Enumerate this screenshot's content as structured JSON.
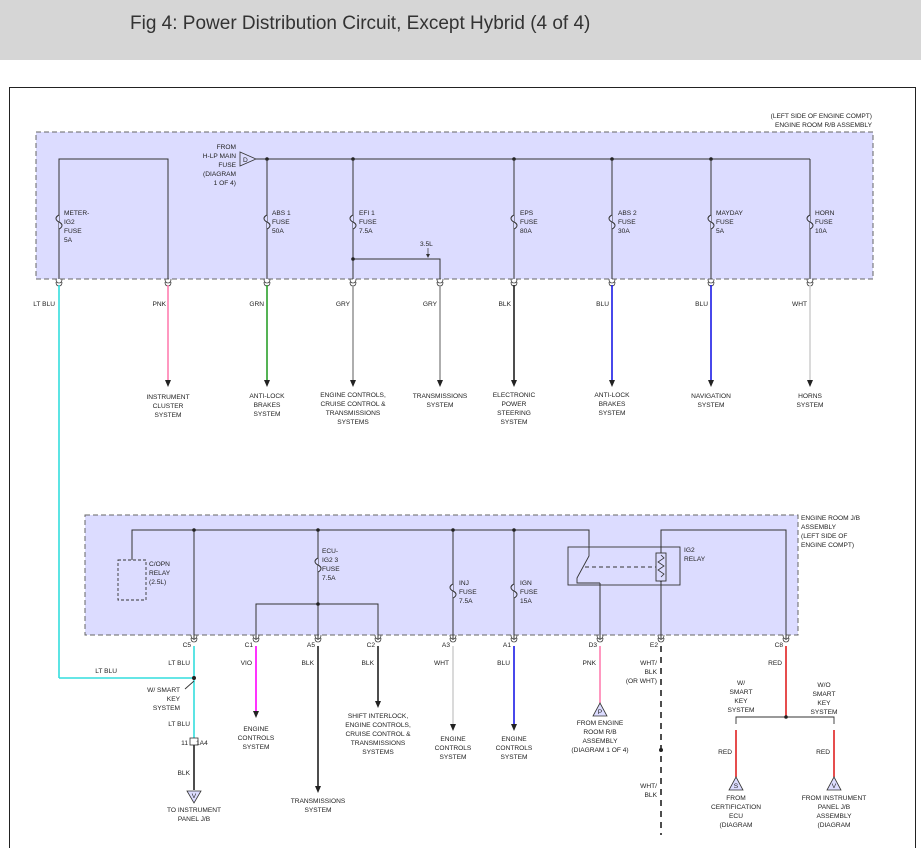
{
  "header": {
    "title": "Fig 4: Power Distribution Circuit, Except Hybrid (4 of 4)"
  },
  "diagram": {
    "top_box": {
      "title_lines": [
        "(LEFT SIDE OF ENGINE COMPT)",
        "ENGINE ROOM R/B ASSEMBLY"
      ]
    },
    "source": {
      "from_lines": [
        "FROM",
        "H-LP MAIN",
        "FUSE",
        "(DIAGRAM",
        "1 OF 4)"
      ],
      "connector": "D"
    },
    "top_fuses": [
      {
        "lines": [
          "METER-",
          "IG2",
          "FUSE",
          "5A"
        ]
      },
      {
        "lines": [
          "ABS 1",
          "FUSE",
          "50A"
        ]
      },
      {
        "lines": [
          "EFI 1",
          "FUSE",
          "7.5A"
        ]
      },
      {
        "lines": [
          "EPS",
          "FUSE",
          "80A"
        ]
      },
      {
        "lines": [
          "ABS 2",
          "FUSE",
          "30A"
        ]
      },
      {
        "lines": [
          "MAYDAY",
          "FUSE",
          "5A"
        ]
      },
      {
        "lines": [
          "HORN",
          "FUSE",
          "10A"
        ]
      }
    ],
    "engine_note": "3.5L",
    "top_wires": [
      {
        "color_label": "LT BLU",
        "color": "#33dddd"
      },
      {
        "color_label": "PNK",
        "color": "#ff7fb0"
      },
      {
        "color_label": "GRN",
        "color": "#2aa02a"
      },
      {
        "color_label": "GRY",
        "color": "#9a9a9a"
      },
      {
        "color_label": "GRY",
        "color": "#9a9a9a"
      },
      {
        "color_label": "BLK",
        "color": "#222222"
      },
      {
        "color_label": "BLU",
        "color": "#1a1ae6"
      },
      {
        "color_label": "BLU",
        "color": "#1a1ae6"
      },
      {
        "color_label": "WHT",
        "color": "#d0d0d0"
      }
    ],
    "top_destinations": [
      {
        "lines": [
          "INSTRUMENT",
          "CLUSTER",
          "SYSTEM"
        ]
      },
      {
        "lines": [
          "ANTI-LOCK",
          "BRAKES",
          "SYSTEM"
        ]
      },
      {
        "lines": [
          "ENGINE CONTROLS,",
          "CRUISE CONTROL &",
          "TRANSMISSIONS",
          "SYSTEMS"
        ]
      },
      {
        "lines": [
          "TRANSMISSIONS",
          "SYSTEM"
        ]
      },
      {
        "lines": [
          "ELECTRONIC",
          "POWER",
          "STEERING",
          "SYSTEM"
        ]
      },
      {
        "lines": [
          "ANTI-LOCK",
          "BRAKES",
          "SYSTEM"
        ]
      },
      {
        "lines": [
          "NAVIGATION",
          "SYSTEM"
        ]
      },
      {
        "lines": [
          "HORNS",
          "SYSTEM"
        ]
      }
    ],
    "bottom_box": {
      "title_lines": [
        "ENGINE ROOM J/B",
        "ASSEMBLY",
        "(LEFT SIDE OF",
        "ENGINE COMPT)"
      ]
    },
    "copn_relay": [
      "C/OPN",
      "RELAY",
      "(2.5L)"
    ],
    "ecu_fuse": [
      "ECU-",
      "IG2 3",
      "FUSE",
      "7.5A"
    ],
    "inj_fuse": [
      "INJ",
      "FUSE",
      "7.5A"
    ],
    "ign_fuse": [
      "IGN",
      "FUSE",
      "15A"
    ],
    "ig2_relay": [
      "IG2",
      "RELAY"
    ],
    "connectors": {
      "c5": "C5",
      "c1": "C1",
      "a5": "A5",
      "c2": "C2",
      "a3": "A3",
      "a1": "A1",
      "d3": "D3",
      "e2": "E2",
      "c8": "C8",
      "pin11": "11",
      "a4": "1A4"
    },
    "bottom_wires": {
      "ltblu_c5": "LT BLU",
      "ltblu_left": "LT BLU",
      "ltblu_lower": "LT BLU",
      "vio": "VIO",
      "blk_a5": "BLK",
      "blk_c2": "BLK",
      "wht_a3": "WHT",
      "blu_a1": "BLU",
      "pnk_d3": "PNK",
      "red_c8": "RED",
      "blk_11": "BLK",
      "red_left": "RED",
      "red_right": "RED",
      "wht_blk_lower": "WHT/",
      "wht_blk_lower2": "BLK"
    },
    "e2_wire_lines": [
      "WHT/",
      "BLK",
      "(OR WHT)"
    ],
    "smart_key": [
      "W/ SMART",
      "KEY",
      "SYSTEM"
    ],
    "w_smart": [
      "W/",
      "SMART",
      "KEY",
      "SYSTEM"
    ],
    "wo_smart": [
      "W/O",
      "SMART",
      "KEY",
      "SYSTEM"
    ],
    "bottom_destinations": {
      "instrument_jb": [
        "TO INSTRUMENT",
        "PANEL J/B"
      ],
      "trans": [
        "TRANSMISSIONS",
        "SYSTEM"
      ],
      "eng_c1": [
        "ENGINE",
        "CONTROLS",
        "SYSTEM"
      ],
      "shift": [
        "SHIFT INTERLOCK,",
        "ENGINE CONTROLS,",
        "CRUISE CONTROL &",
        "TRANSMISSIONS",
        "SYSTEMS"
      ],
      "eng_a3": [
        "ENGINE",
        "CONTROLS",
        "SYSTEM"
      ],
      "eng_a1": [
        "ENGINE",
        "CONTROLS",
        "SYSTEM"
      ],
      "from_rb": [
        "FROM ENGINE",
        "ROOM R/B",
        "ASSEMBLY",
        "(DIAGRAM 1 OF 4)"
      ],
      "from_cert": [
        "FROM",
        "CERTIFICATION",
        "ECU",
        "(DIAGRAM"
      ],
      "from_instr": [
        "FROM INSTRUMENT",
        "PANEL J/B",
        "ASSEMBLY",
        "(DIAGRAM"
      ]
    },
    "off_page": {
      "p": "P",
      "v": "V",
      "s": "S",
      "vv": "V"
    },
    "colors": {
      "box_fill": "#dcdcff",
      "lt_blu": "#33dddd",
      "pnk": "#ff7fb0",
      "grn": "#2aa02a",
      "gry": "#9a9a9a",
      "blk": "#222222",
      "blu": "#1a1ae6",
      "wht": "#d0d0d0",
      "vio": "#ff00ff",
      "red": "#e02020"
    }
  }
}
